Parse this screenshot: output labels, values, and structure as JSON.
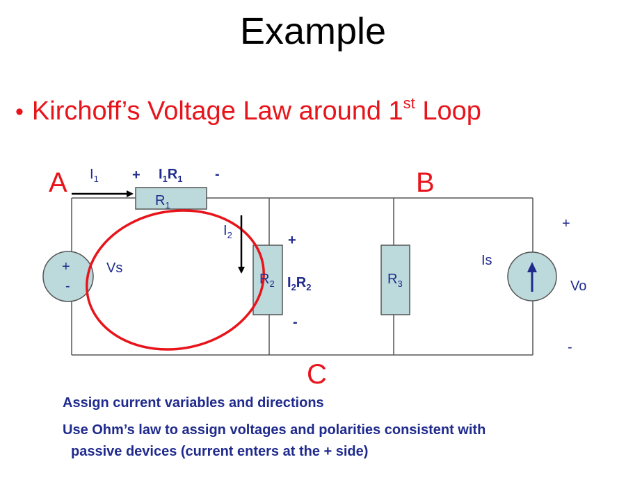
{
  "slide": {
    "title": "Example",
    "bullet": {
      "text_before": "Kirchoff’s Voltage Law around 1",
      "superscript": "st",
      "text_after": " Loop"
    },
    "notes": [
      "Assign current variables and directions",
      "Use Ohm’s law to assign voltages and polarities consistent with",
      "passive devices (current enters at the + side)"
    ]
  },
  "circuit": {
    "node_labels": {
      "a": "A",
      "b": "B",
      "c": "C"
    },
    "current_i1": {
      "base": "I",
      "sub": "1"
    },
    "current_i2": {
      "base": "I",
      "sub": "2"
    },
    "v_r1": {
      "plus": "+",
      "minus": "-",
      "i": "I",
      "i_sub": "1",
      "r": "R",
      "r_sub": "1"
    },
    "v_r2": {
      "plus": "+",
      "minus": "-",
      "i": "I",
      "i_sub": "2",
      "r": "R",
      "r_sub": "2"
    },
    "r1": {
      "base": "R",
      "sub": "1"
    },
    "r2": {
      "base": "R",
      "sub": "2"
    },
    "r3": {
      "base": "R",
      "sub": "3"
    },
    "vs": {
      "label": "Vs",
      "plus": "+",
      "minus": "-"
    },
    "is": {
      "label": "Is"
    },
    "vo": {
      "label": "Vo",
      "plus": "+",
      "minus": "-"
    }
  },
  "colors": {
    "red": "#e8141b",
    "navy": "#1f2a8c",
    "component_fill": "#bcd9dc",
    "wire": "#555555"
  }
}
